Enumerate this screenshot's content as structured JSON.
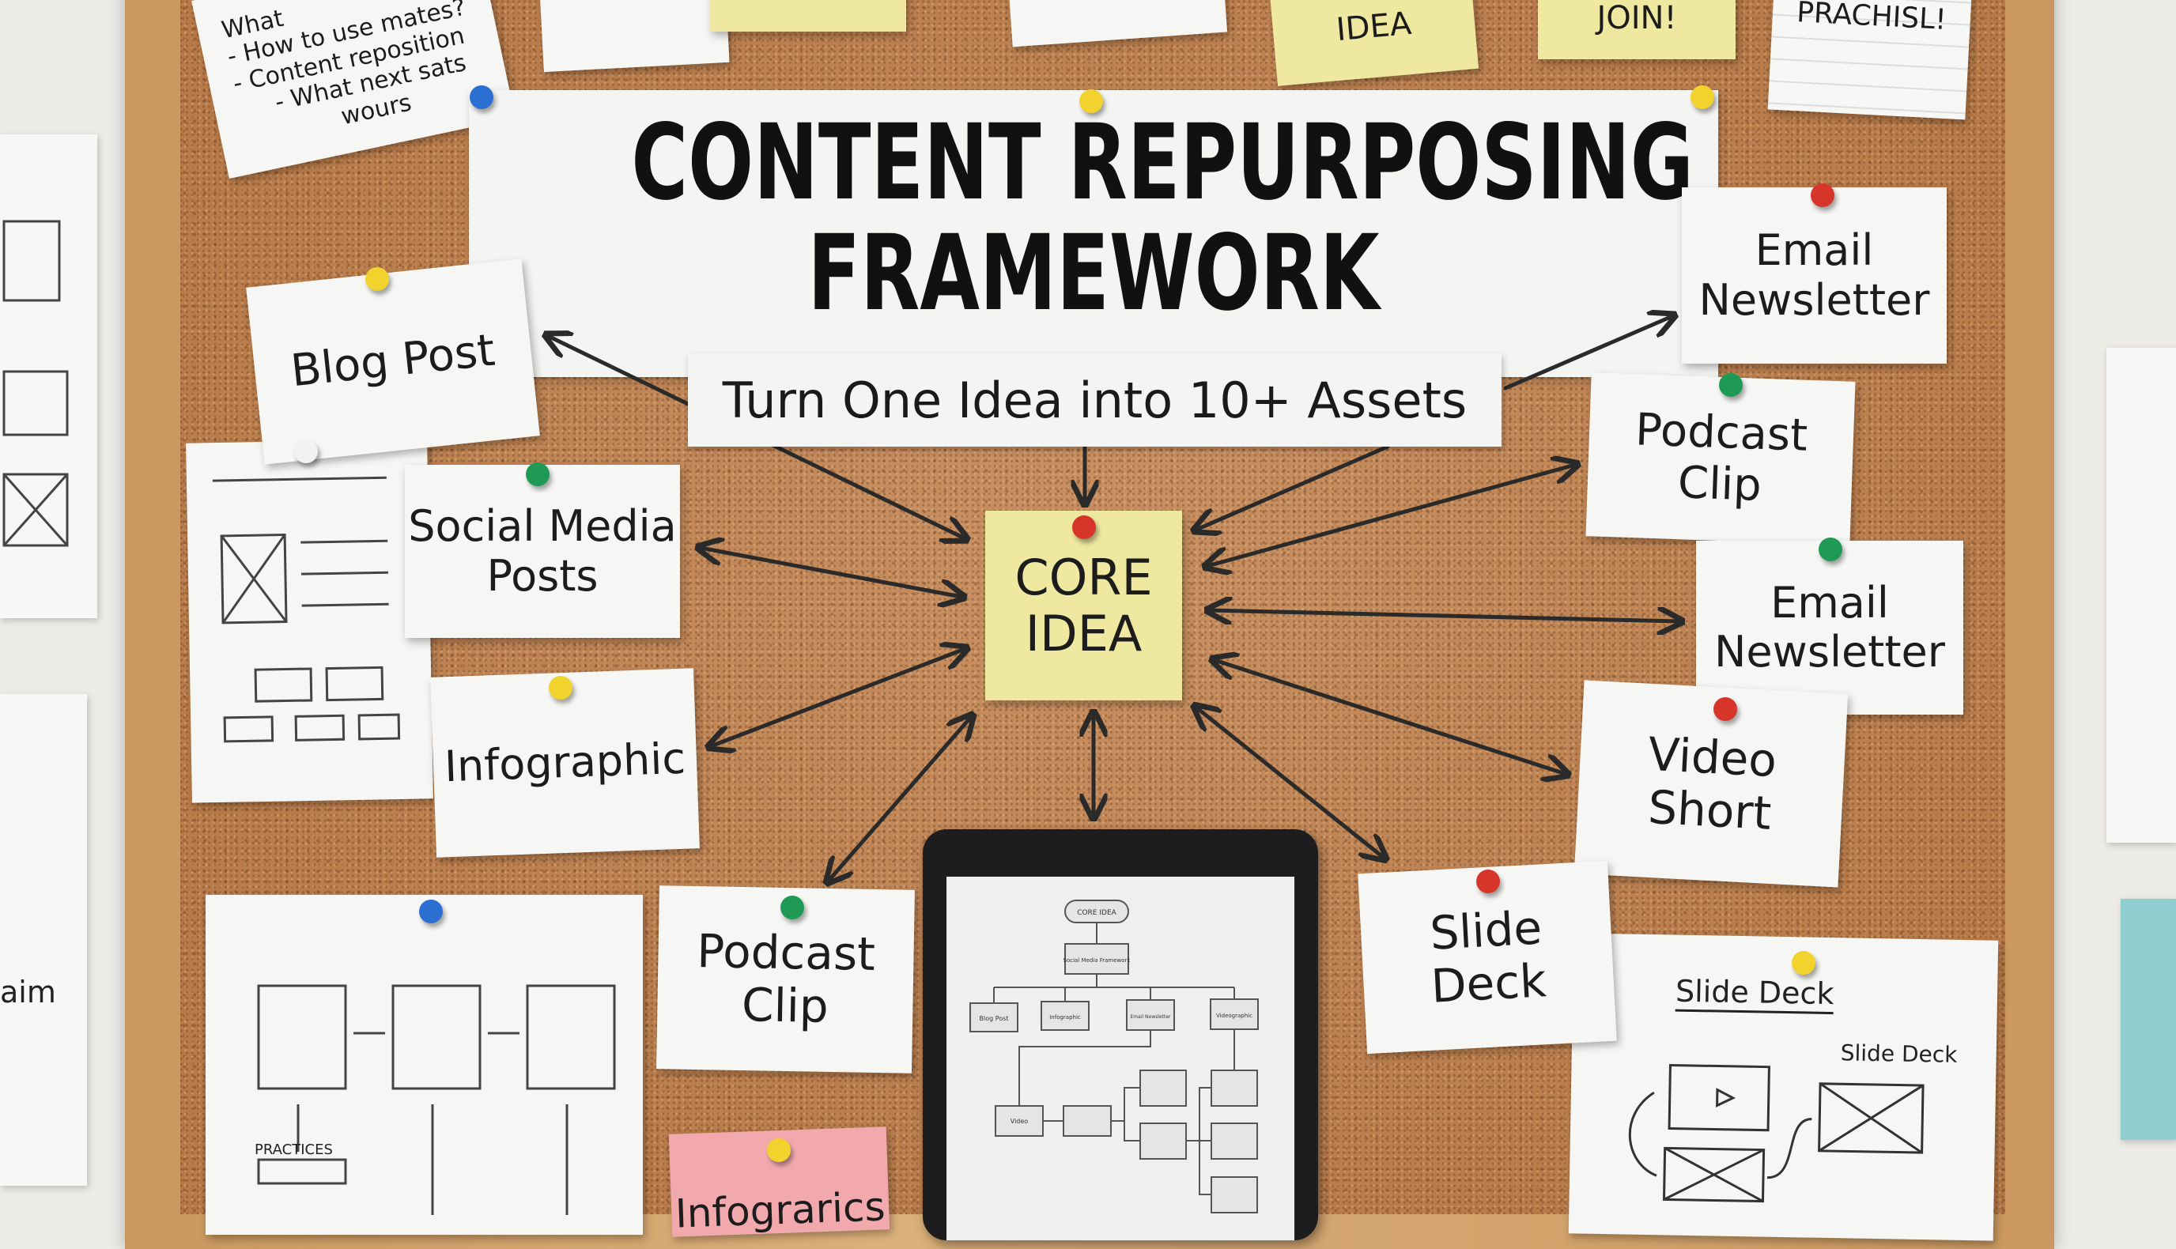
{
  "title": {
    "line1": "CONTENT REPURPOSING",
    "line2": "FRAMEWORK"
  },
  "subtitle": "Turn One Idea into 10+ Assets",
  "core": {
    "line1": "CORE",
    "line2": "IDEA"
  },
  "notes": {
    "blog_post": "Blog Post",
    "social_media": {
      "line1": "Social Media",
      "line2": "Posts"
    },
    "infographic": "Infographic",
    "podcast_lower": {
      "line1": "Podcast",
      "line2": "Clip"
    },
    "slide_deck": {
      "line1": "Slide",
      "line2": "Deck"
    },
    "video_short": {
      "line1": "Video",
      "line2": "Short"
    },
    "email_right": {
      "line1": "Email",
      "line2": "Newsletter"
    },
    "podcast_right": {
      "line1": "Podcast",
      "line2": "Clip"
    },
    "email_top": {
      "line1": "Email",
      "line2": "Newsletter"
    },
    "pink_partial": "Infograrics"
  },
  "top_notes": {
    "what_note": {
      "heading": "What",
      "items": [
        "- How to use mates?",
        "- Content reposition",
        "- What next sats wours"
      ]
    },
    "idea": "IDEA",
    "join": "JOIN!",
    "prachisl": "PRACHISL!"
  },
  "sketches": {
    "slide_deck_title": "Slide Deck",
    "slide_deck_label": "Slide Deck",
    "practices": "PRACTICES",
    "left_wall_word": "aim"
  },
  "tablet_diagram": {
    "root": "CORE IDEA",
    "level1": "Social Media Framework",
    "level2": [
      "Blog Post",
      "Infographic",
      "Email Newsletter",
      "Videographic"
    ],
    "level3": [
      "Video"
    ]
  },
  "pin_colors": {
    "red": "#d8352a",
    "yellow": "#f2d22c",
    "green": "#1f9a55",
    "blue": "#2a6fd1",
    "white": "#f2f2f2"
  }
}
